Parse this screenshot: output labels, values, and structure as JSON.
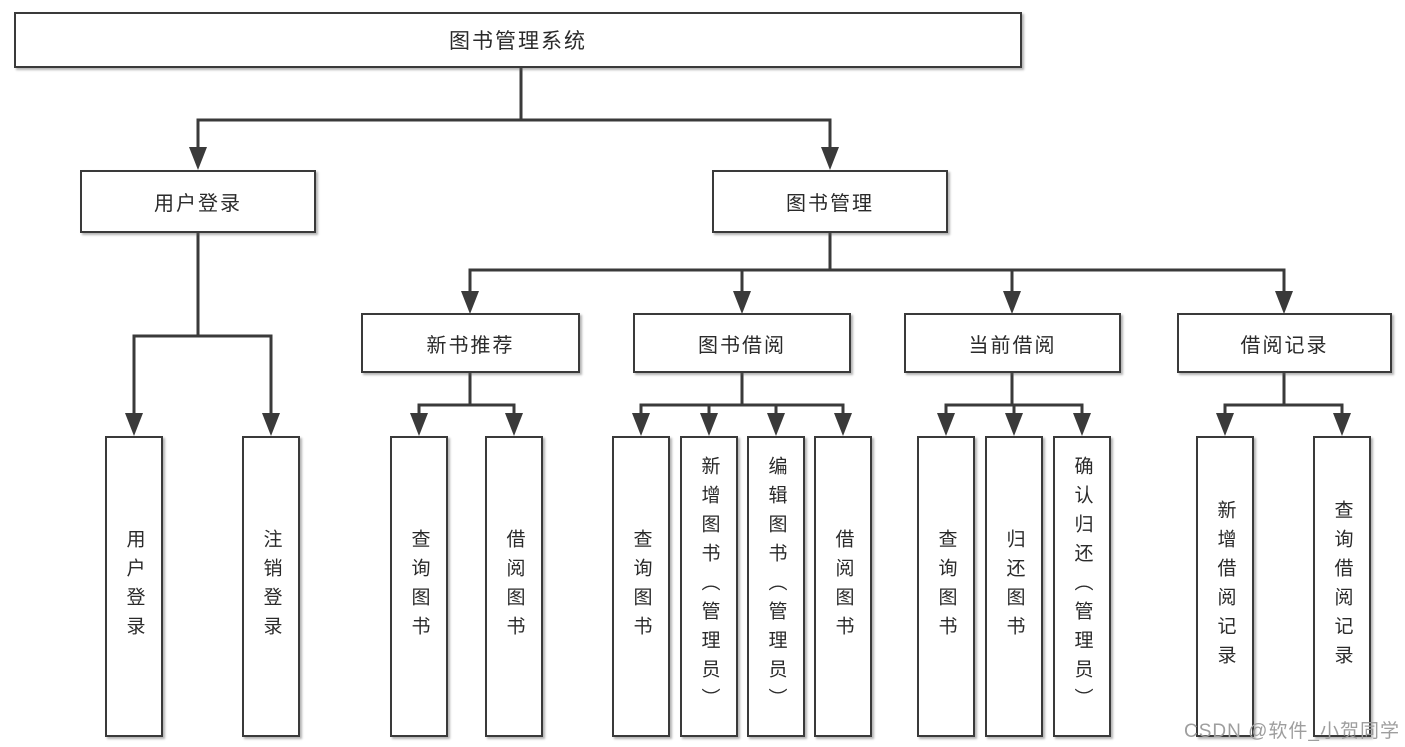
{
  "diagram": {
    "root": {
      "label": "图书管理系统"
    },
    "children": [
      {
        "label": "用户登录",
        "children": [
          {
            "label": "用户登录"
          },
          {
            "label": "注销登录"
          }
        ]
      },
      {
        "label": "图书管理",
        "children": [
          {
            "label": "新书推荐",
            "children": [
              {
                "label": "查询图书"
              },
              {
                "label": "借阅图书"
              }
            ]
          },
          {
            "label": "图书借阅",
            "children": [
              {
                "label": "查询图书"
              },
              {
                "label": "新增图书（管理员）"
              },
              {
                "label": "编辑图书（管理员）"
              },
              {
                "label": "借阅图书"
              }
            ]
          },
          {
            "label": "当前借阅",
            "children": [
              {
                "label": "查询图书"
              },
              {
                "label": "归还图书"
              },
              {
                "label": "确认归还（管理员）"
              }
            ]
          },
          {
            "label": "借阅记录",
            "children": [
              {
                "label": "新增借阅记录"
              },
              {
                "label": "查询借阅记录"
              }
            ]
          }
        ]
      }
    ]
  },
  "watermark": {
    "text": "CSDN @软件_小贺同学"
  },
  "colors": {
    "line": "#3a3a3a",
    "text": "#2a2a2a",
    "background": "#ffffff",
    "watermark": "#9e9e9e"
  }
}
